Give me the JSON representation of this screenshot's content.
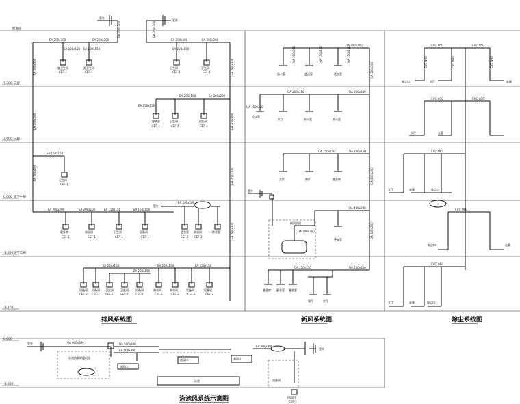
{
  "titles": {
    "exhaust": "排风系统图",
    "fresh": "新风系统图",
    "dust": "除尘系统图",
    "pool": "泳池风系统示意图"
  },
  "levels": [
    "屋面层",
    "二层",
    "一层",
    "地下一层",
    "地下二层"
  ],
  "level_elev": [
    "7.300",
    "3.600",
    "0.000",
    "-3.600",
    "-7.200"
  ],
  "exhaust": {
    "ducts": [
      "EA 200x300",
      "EA 200x300",
      "EA 200x300",
      "EA 300x300",
      "EA 200x150",
      "EA 200x200",
      "EA 150x150",
      "EA 150x100",
      "EA 200x200",
      "EA 150x150",
      "EA 250x150",
      "EA 200x150",
      "EA 300x300"
    ],
    "rooms": [
      "女卫生间",
      "男卫生间",
      "卫生间",
      "更衣室",
      "淋浴间",
      "休息室",
      "健身房",
      "设备间"
    ],
    "fan": "CEF-1",
    "fan2": "CEF-2",
    "fan4": "CEF-4"
  },
  "fresh": {
    "ducts": [
      "OA 200x200",
      "OA 150x150",
      "OA 400x200",
      "OA 250x150",
      "OA 200x150",
      "OA 300x300"
    ],
    "rooms": [
      "办公室",
      "会议室",
      "大厅",
      "餐厅",
      "健身房",
      "更衣室"
    ],
    "unit": "新风机组"
  },
  "dust": {
    "ducts": [
      "CVC Φ50",
      "CVC Φ65",
      "CVC Φ80"
    ],
    "rooms": [
      "吸尘口",
      "大厅",
      "走廊"
    ]
  },
  "pool": {
    "ducts": [
      "OA 600x300",
      "EA 600x300",
      "OA 500x300",
      "EA 600x300"
    ],
    "labels": [
      "泳池热泵除湿机组",
      "泳池",
      "设备间",
      "送风口",
      "排风口"
    ],
    "fan": "CEF-1"
  },
  "legend": {
    "outdoor": "室外",
    "roof": "屋面"
  }
}
